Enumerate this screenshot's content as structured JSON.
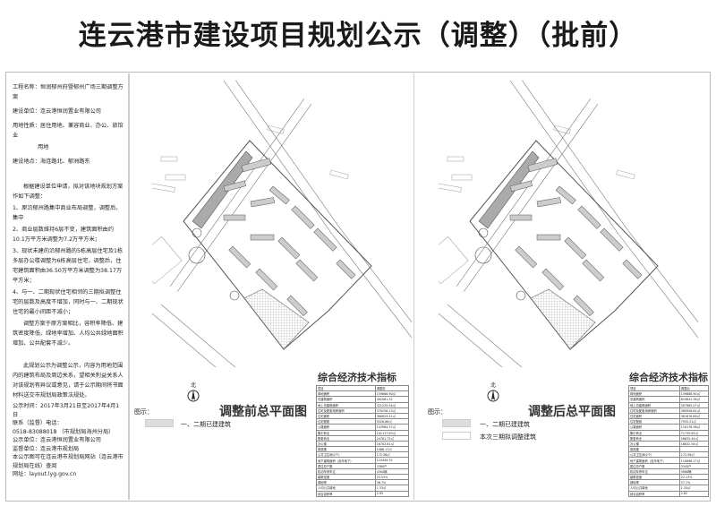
{
  "title": "连云港市建设项目规划公示（调整）（批前）",
  "info": {
    "project_name": "工程名称：恒润郁州府暨郁州广场三期调整方案",
    "developer": "建设单位：连云港恒润置业有限公司",
    "land_use": "用地性质：居住用地、兼容商业、办公、旅馆业",
    "land_use_cont": "用地",
    "location": "建设地点：海连路北、郁洲路东"
  },
  "adjustment": [
    "根据建设单位申请，拟对该地块规划方案作如下调整：",
    "1、原沿郁州路集中商业布局调整，调整后，集中",
    "2、商业层数维持6层不变，建筑面积由约10.1万平方米调整为7.2万平方米；",
    "3、现状未建的沿郁州路的5栋高层住宅及1栋多层办公楼调整为6栋高层住宅，调整后，住宅建筑面积由36.50万平方米调整为38.17万平方米；",
    "4、与一、二期现状住宅相邻的三期拟调整住宅的层数及高度不增加，同时与一、二期现状住宅的最小间距不减小；",
    "调整方案于原方案相比，容积率降低、建筑密度降低、绿地率增加、人均公共绿地面积增加、公共配套不减少。"
  ],
  "notice": {
    "text": "此规划公示为调整公示，内容为用地范围内的建筑布局及周边关系，望相关利益关系人对该规划有异议或意见，请于公示期间将书面材料送交市规划局政策法规处。",
    "period": "公示时间：2017年3月21日至2017年4月1日",
    "contact_label": "联系（监督）电话：",
    "phone": "0518-83088018 （市规划局海州分局）",
    "publisher": "公示单位：连云港恒润置业有限公司",
    "supervisor": "监督单位：连云港市规划局",
    "website_note": "本公示图可在连云港市规划局网站（连云港市规划局在线）查阅",
    "url": "网址：layout.lyg.gov.cn"
  },
  "before": {
    "plan_title": "调整前总平面图",
    "legend_label": "图示：",
    "legend_items": [
      "一、二期已建建筑"
    ],
    "north": "北",
    "table_title": "综合经济技术指标",
    "table_header": [
      "项目",
      "调整前"
    ],
    "rows": [
      [
        "用地面积",
        "159686.90㎡"
      ],
      [
        "总建筑面积",
        "492061.32"
      ],
      [
        "地上总建筑面积",
        "321235.54㎡"
      ],
      [
        "住宅及配套用房面积",
        "370256.13㎡"
      ],
      [
        "住宅面积",
        "360829.41㎡"
      ],
      [
        "住宅配套",
        "9326.86㎡"
      ],
      [
        "公建面积",
        "143964.37㎡"
      ],
      [
        "集中商业",
        "101137.83㎡"
      ],
      [
        "配套商业",
        "24761.72㎡"
      ],
      [
        "办公楼",
        "16702.81㎡"
      ],
      [
        "旅馆楼",
        "1086.17㎡"
      ],
      [
        "公共卫生间(2个)",
        "172.56㎡"
      ],
      [
        "地下建筑面积（含半地下）",
        "124449.32"
      ],
      [
        "居住总户数",
        "3380户"
      ],
      [
        "机动车停车位",
        "4300辆"
      ],
      [
        "建筑密度",
        "25.53%"
      ],
      [
        "绿地率",
        "36.7%"
      ],
      [
        "人均公共绿地",
        "1.33㎡"
      ],
      [
        "综合容积率",
        "2.95"
      ]
    ]
  },
  "after": {
    "plan_title": "调整后总平面图",
    "legend_label": "图示：",
    "legend_items": [
      "一、二期已建建筑",
      "本次三期拟调整建筑"
    ],
    "north": "北",
    "table_title": "综合经济技术指标",
    "table_header": [
      "项目",
      "调整后"
    ],
    "rows": [
      [
        "用地面积",
        "159686.90㎡"
      ],
      [
        "总建筑面积",
        "619841.36㎡"
      ],
      [
        "地上总建筑面积",
        "507965.07㎡"
      ],
      [
        "住宅及配套用房面积",
        "389956.61㎡"
      ],
      [
        "住宅面积",
        "381676.88㎡"
      ],
      [
        "住宅配套",
        "7935.21㎡"
      ],
      [
        "公建面积",
        "118176.36㎡"
      ],
      [
        "集中商业",
        "71735.83㎡"
      ],
      [
        "配套商业",
        "28635.44㎡"
      ],
      [
        "办公楼",
        "16632.94㎡"
      ],
      [
        "旅馆楼",
        ""
      ],
      [
        "公共卫生间(2个)",
        "172.56㎡"
      ],
      [
        "地下建筑面积（含半地下）",
        "110896.17㎡"
      ],
      [
        "居住总户数",
        "3345户"
      ],
      [
        "机动车停车位",
        "3988辆"
      ],
      [
        "建筑密度",
        "22.13%"
      ],
      [
        "绿地率",
        "37.1%"
      ],
      [
        "人均公共绿地",
        "1.35㎡"
      ],
      [
        "综合容积率",
        "2.82"
      ]
    ]
  }
}
